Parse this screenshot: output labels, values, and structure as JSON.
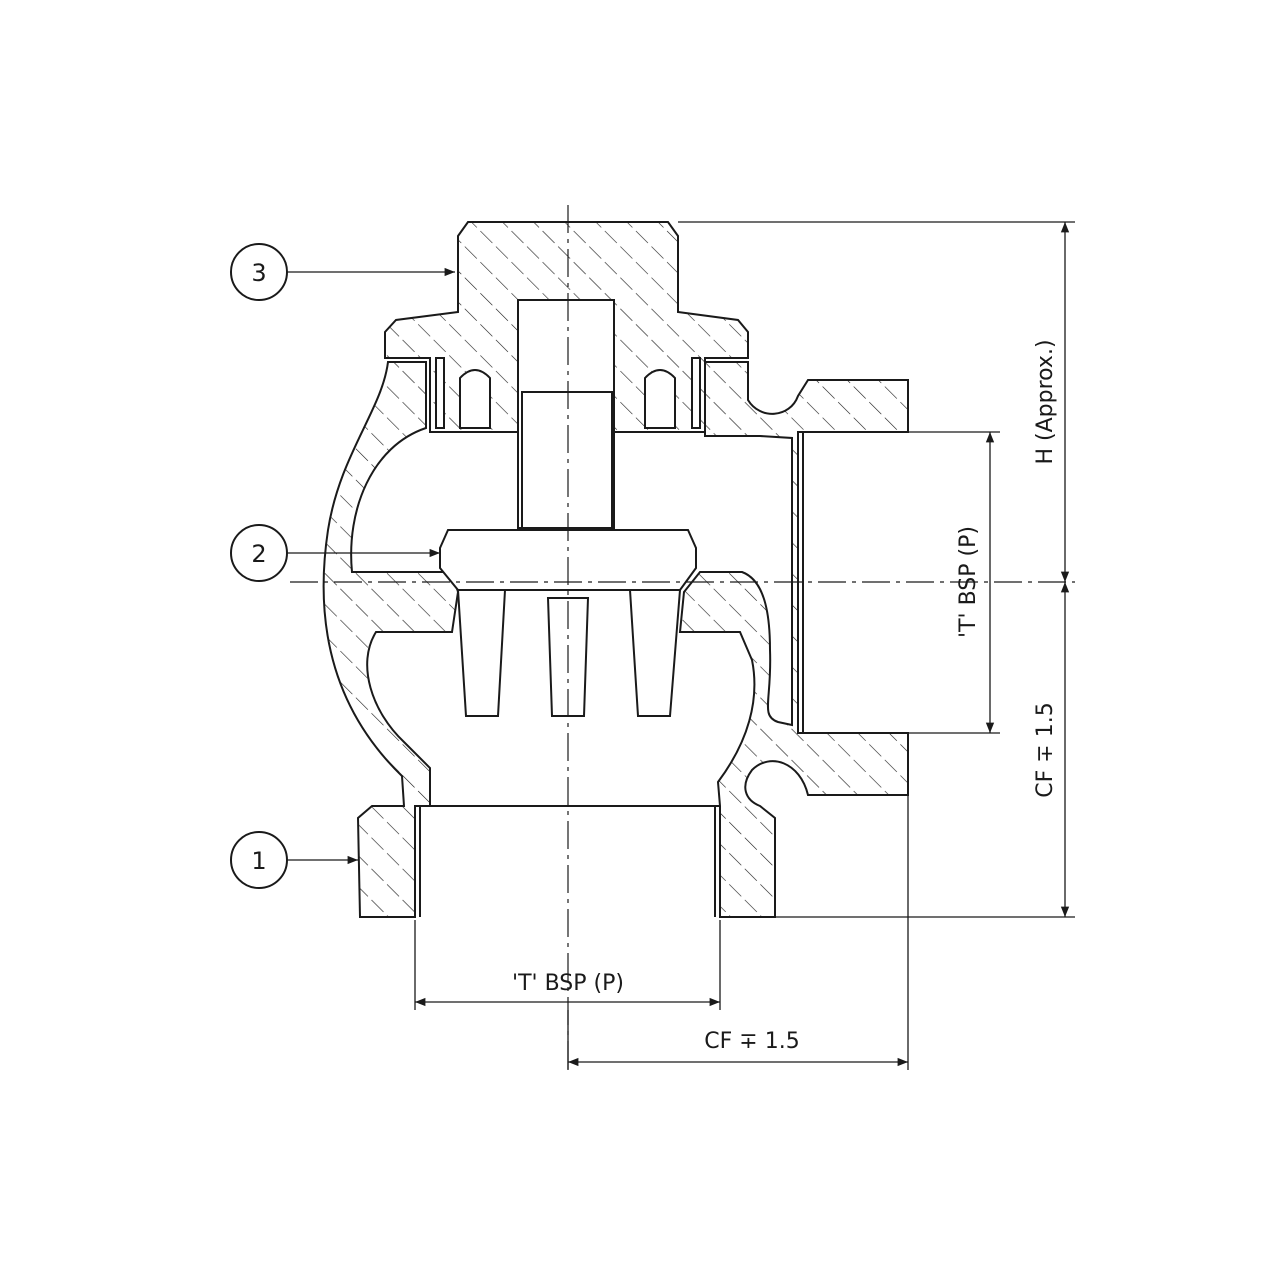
{
  "balloons": [
    {
      "number": "3"
    },
    {
      "number": "2"
    },
    {
      "number": "1"
    }
  ],
  "dimensions": {
    "height": "H (Approx.)",
    "outlet_center_vertical": "CF ∓ 1.5",
    "outlet_thread": "'T' BSP (P)",
    "inlet_thread": "'T' BSP (P)",
    "outlet_center_horizontal": "CF ∓ 1.5"
  },
  "colors": {
    "line": "#1a1a1a",
    "background": "#ffffff"
  }
}
